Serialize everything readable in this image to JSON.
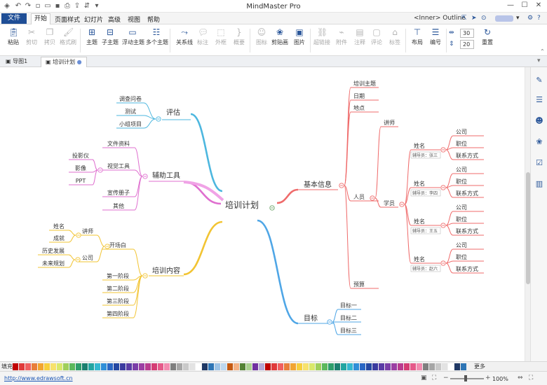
{
  "app": {
    "title": "MindMaster Pro",
    "inner_outline": "<Inner> Outline"
  },
  "menu": {
    "file": "文件",
    "items": [
      "开始",
      "页面样式",
      "幻灯片",
      "高级",
      "视图",
      "帮助"
    ]
  },
  "ribbon": {
    "buttons": [
      {
        "label": "粘贴",
        "icon": "paste-icon",
        "enabled": true
      },
      {
        "label": "剪切",
        "icon": "cut-icon",
        "enabled": false
      },
      {
        "label": "拷贝",
        "icon": "copy-icon",
        "enabled": false
      },
      {
        "label": "格式刷",
        "icon": "format-painter-icon",
        "enabled": false
      },
      {
        "label": "主题",
        "icon": "topic-icon",
        "enabled": true
      },
      {
        "label": "子主题",
        "icon": "subtopic-icon",
        "enabled": true
      },
      {
        "label": "浮动主题",
        "icon": "floating-topic-icon",
        "enabled": true
      },
      {
        "label": "多个主题",
        "icon": "multiple-topics-icon",
        "enabled": true
      },
      {
        "label": "关系线",
        "icon": "relationship-icon",
        "enabled": true
      },
      {
        "label": "标注",
        "icon": "callout-icon",
        "enabled": false
      },
      {
        "label": "外框",
        "icon": "boundary-icon",
        "enabled": false
      },
      {
        "label": "概要",
        "icon": "summary-icon",
        "enabled": false
      },
      {
        "label": "图标",
        "icon": "mark-icon",
        "enabled": false
      },
      {
        "label": "剪贴画",
        "icon": "clipart-icon",
        "enabled": true
      },
      {
        "label": "图片",
        "icon": "picture-icon",
        "enabled": true
      },
      {
        "label": "超链接",
        "icon": "hyperlink-icon",
        "enabled": false
      },
      {
        "label": "附件",
        "icon": "attachment-icon",
        "enabled": false
      },
      {
        "label": "注释",
        "icon": "note-icon",
        "enabled": false
      },
      {
        "label": "评论",
        "icon": "comment-icon",
        "enabled": false
      },
      {
        "label": "标签",
        "icon": "tag-icon",
        "enabled": false
      },
      {
        "label": "布局",
        "icon": "layout-icon",
        "enabled": true
      },
      {
        "label": "编号",
        "icon": "numbering-icon",
        "enabled": true
      }
    ],
    "spin1": "30",
    "spin2": "20",
    "reset": "重置"
  },
  "tabs": [
    "导图1",
    "培训计划"
  ],
  "mindmap": {
    "center": "培训计划",
    "branches": [
      {
        "label": "评估",
        "color": "#4db7df",
        "children": [
          "调查问卷",
          "测试",
          "小组项目"
        ]
      },
      {
        "label": "辅助工具",
        "color": "#df6fcf",
        "children": [
          "文件资料",
          "视觉工具",
          "宣传册子",
          "其他"
        ],
        "sub": [
          "投影仪",
          "影像",
          "PPT"
        ]
      },
      {
        "label": "培训内容",
        "color": "#f2c433",
        "children": [
          "开场白",
          "第一阶段",
          "第二阶段",
          "第三阶段",
          "第四阶段"
        ],
        "opening": [
          "讲师",
          "公司"
        ],
        "lecturer": [
          "姓名",
          "成就"
        ],
        "company": [
          "历史发展",
          "未来规划"
        ]
      },
      {
        "label": "基本信息",
        "color": "#ef6b6b",
        "children": [
          "培训主题",
          "日期",
          "地点",
          "人员",
          "预算"
        ],
        "people": [
          "讲师",
          "学员"
        ],
        "student_fields": [
          "姓名",
          "公司",
          "职位",
          "联系方式"
        ],
        "students": [
          "辅导员：张三",
          "辅导员：李四",
          "辅导员：王五",
          "辅导员：赵六"
        ]
      },
      {
        "label": "目标",
        "color": "#4fa6e6",
        "children": [
          "目标一",
          "目标二",
          "目标三"
        ]
      }
    ]
  },
  "status": {
    "url": "http://www.edrawsoft.cn",
    "zoom": "100%",
    "palette_label": "填充",
    "palette_more": "更多"
  },
  "colors": {
    "brand": "#1f4e96",
    "accent": "#2b579a"
  }
}
